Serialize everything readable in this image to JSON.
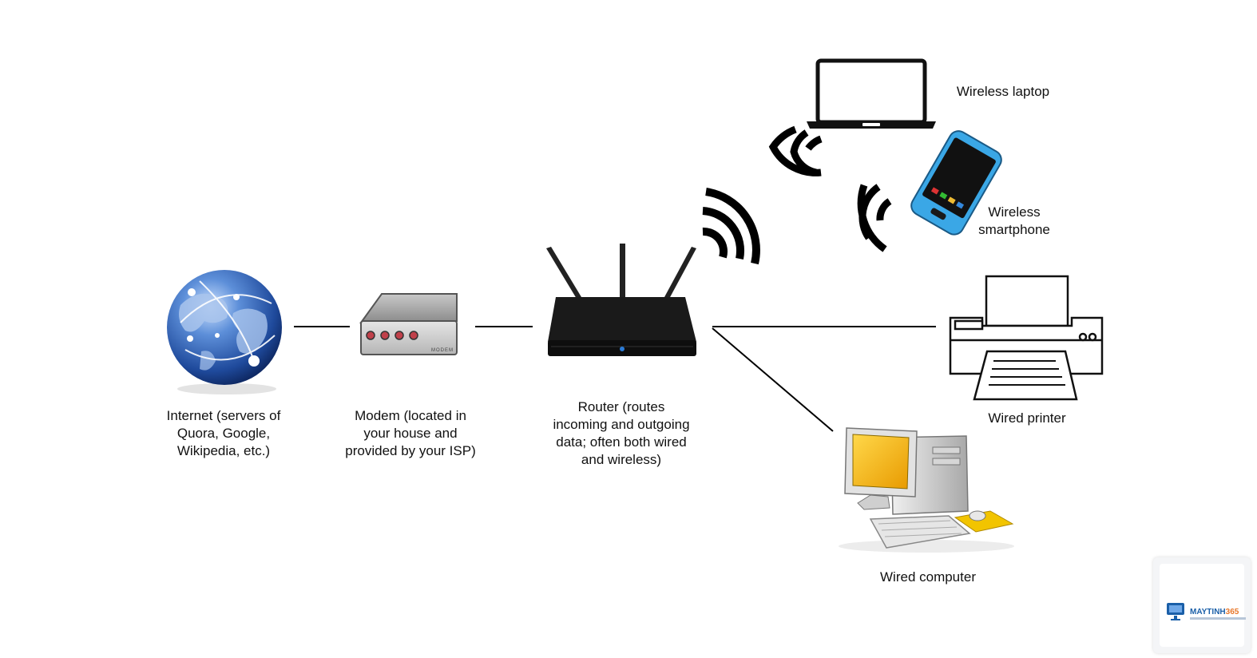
{
  "nodes": {
    "internet": {
      "label_lines": [
        "Internet (servers of",
        "Quora, Google,",
        "Wikipedia, etc.)"
      ]
    },
    "modem": {
      "label_lines": [
        "Modem (located in",
        "your house and",
        "provided by your ISP)"
      ],
      "device_text": "MODEM"
    },
    "router": {
      "label_lines": [
        "Router (routes",
        "incoming and outgoing",
        "data; often both wired",
        "and wireless)"
      ]
    },
    "laptop": {
      "label_lines": [
        "Wireless laptop"
      ]
    },
    "smartphone": {
      "label_lines": [
        "Wireless",
        "smartphone"
      ]
    },
    "printer": {
      "label_lines": [
        "Wired printer"
      ]
    },
    "computer": {
      "label_lines": [
        "Wired computer"
      ]
    }
  },
  "watermark": {
    "brand_main": "MAYTINH",
    "brand_accent": "365"
  },
  "colors": {
    "globe_ocean": "#2d5fb8",
    "globe_land": "#7fa7d9",
    "modem_body": "#9a9a9a",
    "modem_light": "#c0404a",
    "router_body": "#151515",
    "router_led": "#2b7bd6",
    "phone_frame": "#3aa7e6",
    "monitor_screen": "#f6b800",
    "mousepad": "#f2c400"
  }
}
